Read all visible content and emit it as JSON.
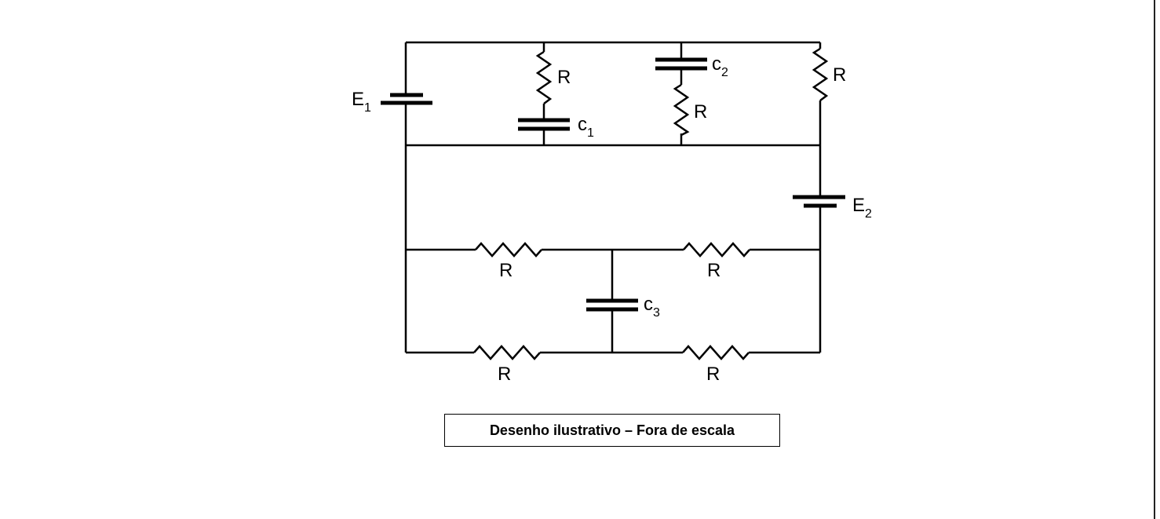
{
  "diagram": {
    "labels": {
      "e1": {
        "letter": "E",
        "sub": "1"
      },
      "e2": {
        "letter": "E",
        "sub": "2"
      },
      "c1": {
        "letter": "c",
        "sub": "1"
      },
      "c2": {
        "letter": "c",
        "sub": "2"
      },
      "c3": {
        "letter": "c",
        "sub": "3"
      },
      "r": "R"
    },
    "caption": "Desenho ilustrativo – Fora de escala"
  }
}
